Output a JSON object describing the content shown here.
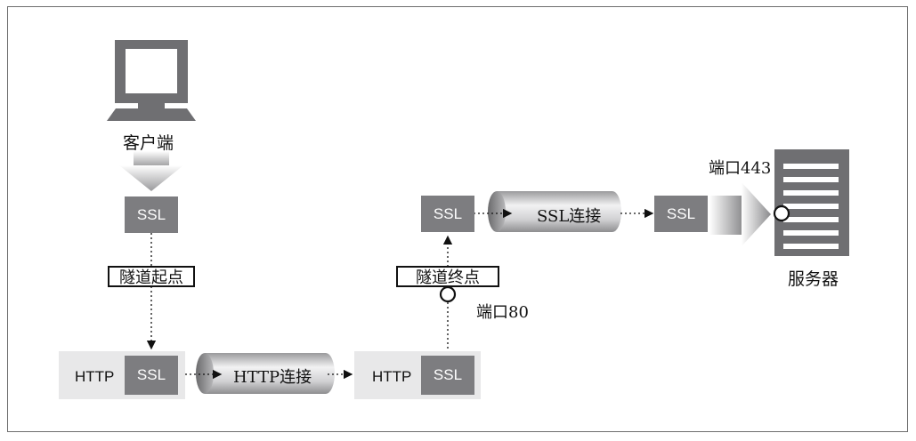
{
  "client": {
    "label": "客户端"
  },
  "server": {
    "label": "服务器"
  },
  "ssl_label": "SSL",
  "http_label": "HTTP",
  "tunnel_start": "隧道起点",
  "tunnel_end": "隧道终点",
  "port_80": "端口80",
  "port_443": "端口443",
  "http_connection": "HTTP连接",
  "ssl_connection": "SSL连接"
}
